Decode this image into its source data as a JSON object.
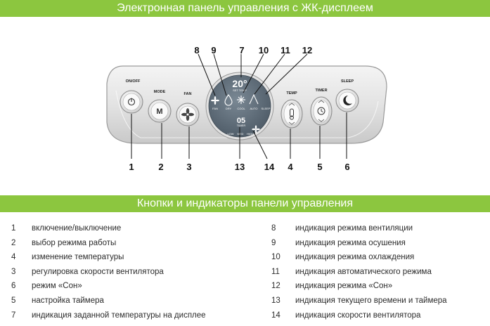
{
  "header": {
    "title": "Электронная панель управления с ЖК-дисплеем"
  },
  "legend_header": {
    "title": "Кнопки и индикаторы панели управления"
  },
  "panel": {
    "buttons": {
      "onoff": {
        "label": "ON/OFF",
        "glyph": "power-icon"
      },
      "mode": {
        "label": "MODE",
        "glyph": "M"
      },
      "fan": {
        "label": "FAN",
        "glyph": "fan-icon"
      },
      "temp": {
        "label": "TEMP",
        "glyph": "thermometer-icon"
      },
      "timer": {
        "label": "TIMER",
        "glyph": "clock-icon"
      },
      "sleep": {
        "label": "SLEEP",
        "glyph": "moon-icon"
      }
    },
    "lcd": {
      "temperature": "20°",
      "temp_units": "SET TEMP",
      "time": "05",
      "time_units": "TIMER",
      "mode_labels": [
        "FAN",
        "DRY",
        "COOL",
        "AUTO",
        "SLEEP"
      ],
      "speed_labels": [
        "LOW",
        "MED",
        "HIGH"
      ]
    }
  },
  "callouts": {
    "top": [
      "8",
      "9",
      "7",
      "10",
      "11",
      "12"
    ],
    "bottom": [
      "1",
      "2",
      "3",
      "13",
      "14",
      "4",
      "5",
      "6"
    ]
  },
  "legend": {
    "left": [
      {
        "num": "1",
        "text": "включение/выключение"
      },
      {
        "num": "2",
        "text": "выбор режима работы"
      },
      {
        "num": "4",
        "text": "изменение температуры"
      },
      {
        "num": "3",
        "text": "регулировка скорости вентилятора"
      },
      {
        "num": "6",
        "text": "режим «Сон»"
      },
      {
        "num": "5",
        "text": "настройка таймера"
      },
      {
        "num": "7",
        "text": "индикация заданной температуры на дисплее"
      }
    ],
    "right": [
      {
        "num": "8",
        "text": "индикация режима вентиляции"
      },
      {
        "num": "9",
        "text": "индикация режима осушения"
      },
      {
        "num": "10",
        "text": "индикация режима охлаждения"
      },
      {
        "num": "11",
        "text": "индикация автоматического режима"
      },
      {
        "num": "12",
        "text": "индикация режима «Сон»"
      },
      {
        "num": "13",
        "text": "индикация текущего времени и таймера"
      },
      {
        "num": "14",
        "text": "индикация скорости вентилятора"
      }
    ]
  },
  "colors": {
    "accent": "#8cc63f",
    "lcd": "#5f6e7a"
  }
}
